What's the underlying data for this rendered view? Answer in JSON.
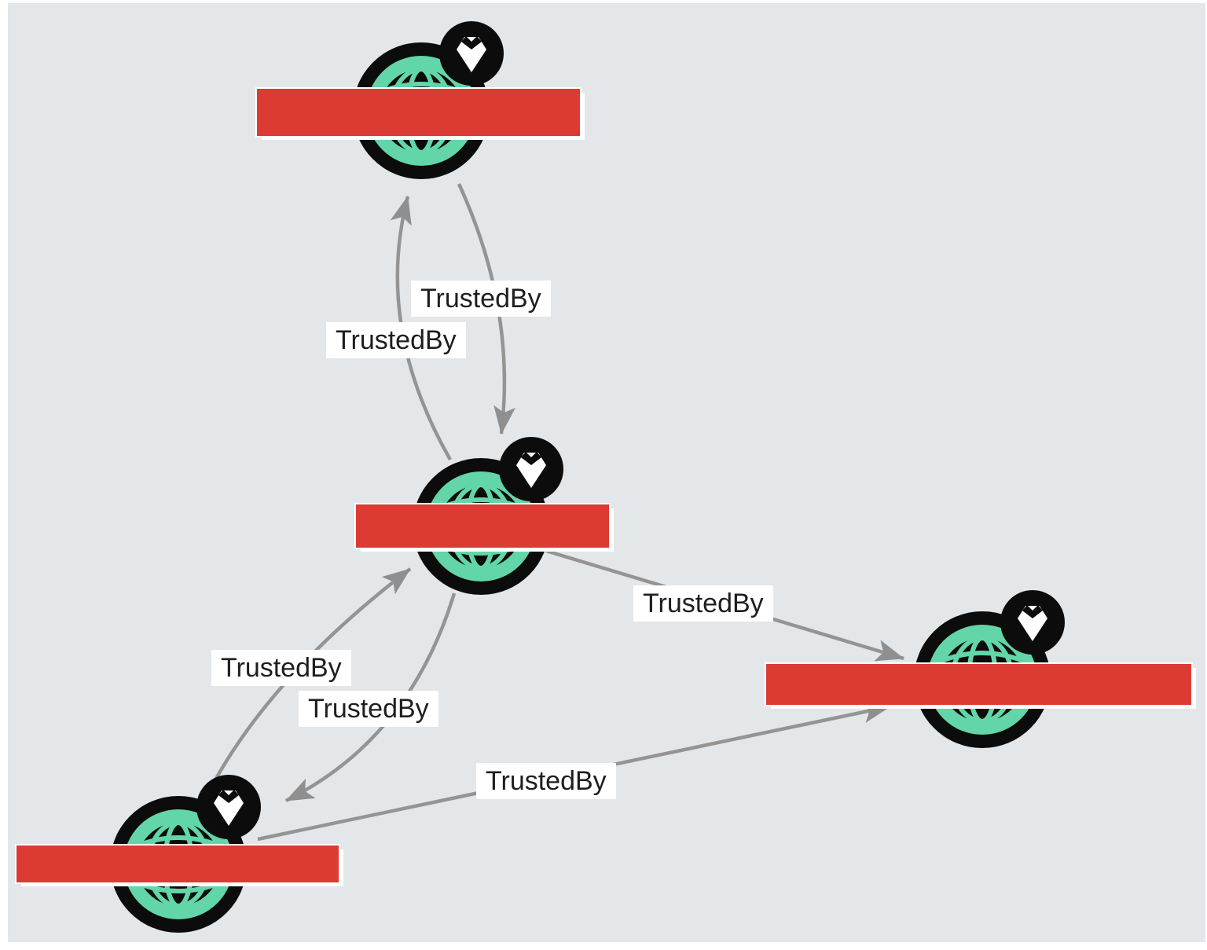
{
  "view": {
    "kind": "graph-visualization",
    "background_color": "#e3e7ea",
    "frame_color": "#ffffff"
  },
  "palette": {
    "node_fill": "#62d6a8",
    "node_outline": "#0c0c0c",
    "badge_fill": "#0c0c0c",
    "badge_glyph_color": "#ffffff",
    "edge_color": "#949494",
    "edge_label_text": "#1e1e1e",
    "edge_label_background": "#ffffff",
    "redaction_color": "#db3b33"
  },
  "nodes": [
    {
      "id": "node-top",
      "icon": "globe",
      "badge": "gem",
      "label": "",
      "label_redacted": true
    },
    {
      "id": "node-middle",
      "icon": "globe",
      "badge": "gem",
      "label": "",
      "label_redacted": true
    },
    {
      "id": "node-right",
      "icon": "globe",
      "badge": "gem",
      "label": "",
      "label_redacted": true
    },
    {
      "id": "node-bottom-left",
      "icon": "globe",
      "badge": "gem",
      "label": "",
      "label_redacted": true
    }
  ],
  "edges": [
    {
      "id": "edge-1",
      "from": "node-middle",
      "to": "node-top",
      "label": "TrustedBy"
    },
    {
      "id": "edge-2",
      "from": "node-top",
      "to": "node-middle",
      "label": "TrustedBy"
    },
    {
      "id": "edge-3",
      "from": "node-bottom-left",
      "to": "node-middle",
      "label": "TrustedBy"
    },
    {
      "id": "edge-4",
      "from": "node-middle",
      "to": "node-bottom-left",
      "label": "TrustedBy"
    },
    {
      "id": "edge-5",
      "from": "node-middle",
      "to": "node-right",
      "label": "TrustedBy"
    },
    {
      "id": "edge-6",
      "from": "node-bottom-left",
      "to": "node-right",
      "label": "TrustedBy"
    }
  ]
}
